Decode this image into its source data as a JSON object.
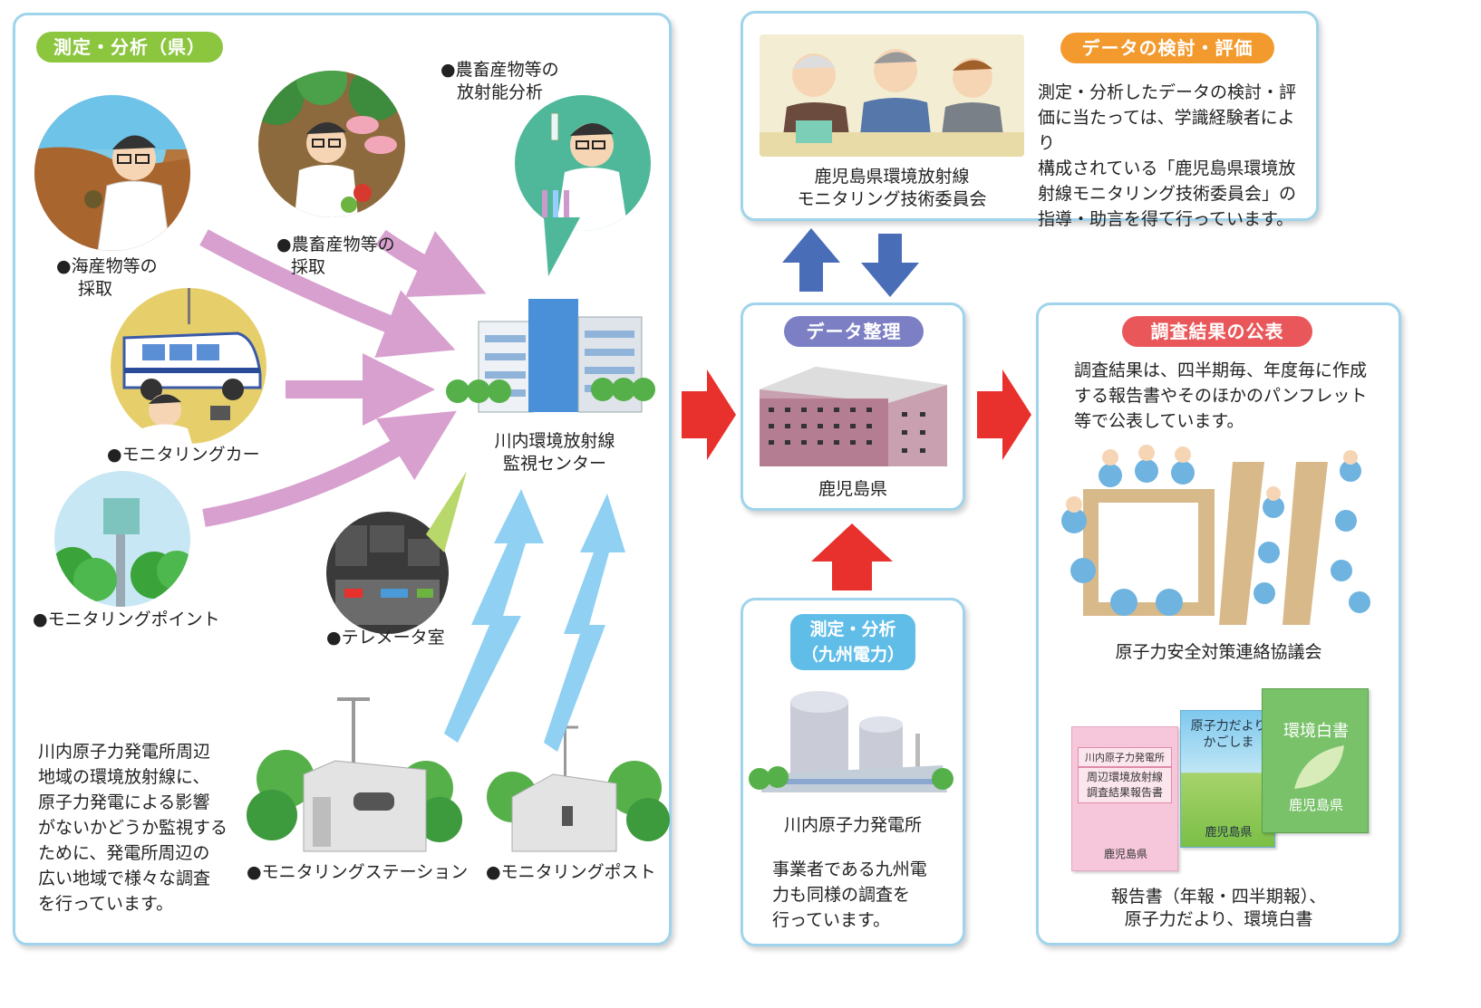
{
  "left_panel": {
    "badge": "測定・分析（県）",
    "sampling_marine": [
      "●海産物等の",
      "採取"
    ],
    "sampling_agri": [
      "●農畜産物等の",
      "採取"
    ],
    "radioactivity_analysis": [
      "●農畜産物等の",
      "放射能分析"
    ],
    "monitoring_car": "●モニタリングカー",
    "monitoring_point": "●モニタリングポイント",
    "telemeter_room": "●テレメータ室",
    "monitoring_station": "●モニタリングステーション",
    "monitoring_post": "●モニタリングポスト",
    "center_name": [
      "川内環境放射線",
      "監視センター"
    ],
    "description": [
      "川内原子力発電所周辺",
      "地域の環境放射線に、",
      "原子力発電による影響",
      "がないかどうか監視する",
      "ために、発電所周辺の",
      "広い地域で様々な調査",
      "を行っています。"
    ]
  },
  "committee_panel": {
    "badge": "データの検討・評価",
    "committee_name": [
      "鹿児島県環境放射線",
      "モニタリング技術委員会"
    ],
    "description": [
      "測定・分析したデータの検討・評",
      "価に当たっては、学識経験者により",
      "構成されている「鹿児島県環境放",
      "射線モニタリング技術委員会」の",
      "指導・助言を得て行っています。"
    ]
  },
  "data_panel": {
    "badge": "データ整理",
    "caption": "鹿児島県"
  },
  "kyuden_panel": {
    "badge": [
      "測定・分析",
      "（九州電力）"
    ],
    "plant_name": "川内原子力発電所",
    "description": [
      "事業者である九州電",
      "力も同様の調査を",
      "行っています。"
    ]
  },
  "publication_panel": {
    "badge": "調査結果の公表",
    "description": [
      "調査結果は、四半期毎、年度毎に作成",
      "する報告書やそのほかのパンフレット",
      "等で公表しています。"
    ],
    "council_name": "原子力安全対策連絡協議会",
    "book_report": {
      "small": "川内原子力発電所",
      "title": [
        "周辺環境放射線",
        "調査結果報告書"
      ],
      "publisher": "鹿児島県"
    },
    "book_newsletter": {
      "title": [
        "原子力だより",
        "かごしま"
      ],
      "publisher": "鹿児島県"
    },
    "book_whitepaper": {
      "title": "環境白書",
      "publisher": "鹿児島県"
    },
    "publications": [
      "報告書（年報・四半期報）、",
      "原子力だより、環境白書"
    ]
  },
  "colors": {
    "panel_border": "#9fd4ec",
    "badge_green": "#8cc63f",
    "badge_orange": "#f39a2e",
    "badge_purple": "#7c7fc4",
    "badge_blue": "#5fbde8",
    "badge_red": "#e9575a",
    "arrow_pink": "#d7a0cf",
    "arrow_red": "#e8302c",
    "arrow_blue": "#4a6db8",
    "signal_blue": "#8fd0f3"
  }
}
